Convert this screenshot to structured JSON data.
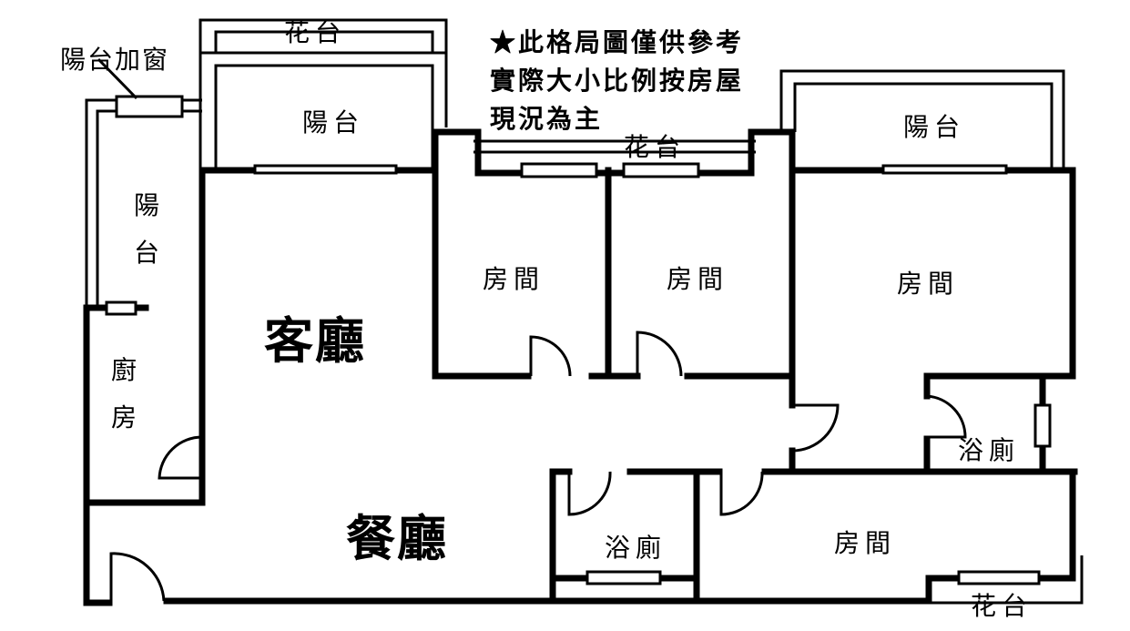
{
  "note": {
    "lines": [
      "★此格局圖僅供參考",
      "實際大小比例按房屋",
      "現況為主"
    ]
  },
  "rooms": {
    "living_room": "客廳",
    "dining_room": "餐廳",
    "kitchen_line1": "廚",
    "kitchen_line2": "房",
    "bedroom_1": "房間",
    "bedroom_2": "房間",
    "bedroom_3": "房間",
    "bedroom_4": "房間",
    "bathroom_1": "浴廁",
    "bathroom_2": "浴廁",
    "balcony_top_left": "陽台",
    "balcony_top_right": "陽台",
    "balcony_left_line1": "陽",
    "balcony_left_line2": "台",
    "balcony_window": "陽台加窗",
    "planter_top": "花台",
    "planter_middle": "花台",
    "planter_bottom": "花台"
  }
}
